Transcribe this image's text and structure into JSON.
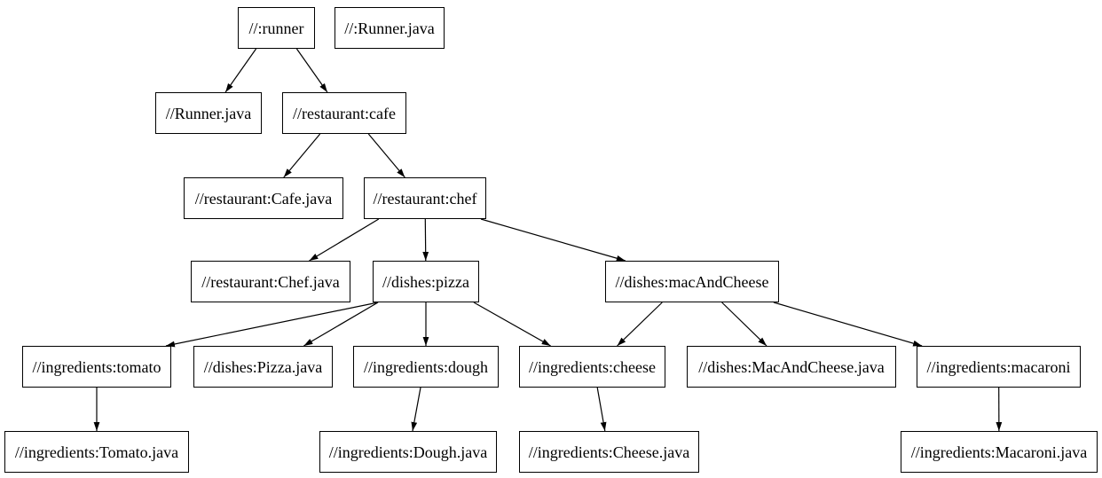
{
  "diagram": {
    "type": "graph",
    "direction": "top-down",
    "background_color": "#ffffff",
    "node_fill_color": "#ffffff",
    "node_border_color": "#000000",
    "edge_color": "#000000",
    "nodes": [
      {
        "id": "runner",
        "label": "//:runner"
      },
      {
        "id": "root-runner-java",
        "label": "//:Runner.java"
      },
      {
        "id": "runner-java",
        "label": "//Runner.java"
      },
      {
        "id": "cafe",
        "label": "//restaurant:cafe"
      },
      {
        "id": "cafe-java",
        "label": "//restaurant:Cafe.java"
      },
      {
        "id": "chef",
        "label": "//restaurant:chef"
      },
      {
        "id": "chef-java",
        "label": "//restaurant:Chef.java"
      },
      {
        "id": "pizza",
        "label": "//dishes:pizza"
      },
      {
        "id": "mac-and-cheese",
        "label": "//dishes:macAndCheese"
      },
      {
        "id": "tomato",
        "label": "//ingredients:tomato"
      },
      {
        "id": "pizza-java",
        "label": "//dishes:Pizza.java"
      },
      {
        "id": "dough",
        "label": "//ingredients:dough"
      },
      {
        "id": "cheese",
        "label": "//ingredients:cheese"
      },
      {
        "id": "mac-and-cheese-java",
        "label": "//dishes:MacAndCheese.java"
      },
      {
        "id": "macaroni",
        "label": "//ingredients:macaroni"
      },
      {
        "id": "tomato-java",
        "label": "//ingredients:Tomato.java"
      },
      {
        "id": "dough-java",
        "label": "//ingredients:Dough.java"
      },
      {
        "id": "cheese-java",
        "label": "//ingredients:Cheese.java"
      },
      {
        "id": "macaroni-java",
        "label": "//ingredients:Macaroni.java"
      }
    ],
    "edges": [
      {
        "from": "runner",
        "to": "runner-java"
      },
      {
        "from": "runner",
        "to": "cafe"
      },
      {
        "from": "cafe",
        "to": "cafe-java"
      },
      {
        "from": "cafe",
        "to": "chef"
      },
      {
        "from": "chef",
        "to": "chef-java"
      },
      {
        "from": "chef",
        "to": "pizza"
      },
      {
        "from": "chef",
        "to": "mac-and-cheese"
      },
      {
        "from": "pizza",
        "to": "tomato"
      },
      {
        "from": "pizza",
        "to": "pizza-java"
      },
      {
        "from": "pizza",
        "to": "dough"
      },
      {
        "from": "pizza",
        "to": "cheese"
      },
      {
        "from": "mac-and-cheese",
        "to": "cheese"
      },
      {
        "from": "mac-and-cheese",
        "to": "mac-and-cheese-java"
      },
      {
        "from": "mac-and-cheese",
        "to": "macaroni"
      },
      {
        "from": "tomato",
        "to": "tomato-java"
      },
      {
        "from": "dough",
        "to": "dough-java"
      },
      {
        "from": "cheese",
        "to": "cheese-java"
      },
      {
        "from": "macaroni",
        "to": "macaroni-java"
      }
    ]
  }
}
